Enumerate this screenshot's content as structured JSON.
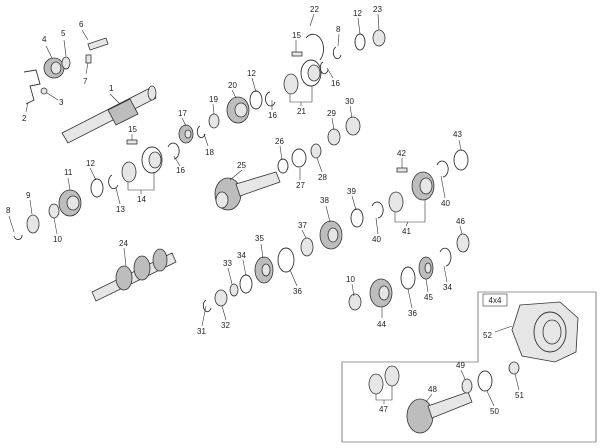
{
  "diagram": {
    "inset_label": "4x4",
    "callouts": [
      "1",
      "2",
      "3",
      "4",
      "5",
      "6",
      "7",
      "8",
      "9",
      "10",
      "11",
      "12",
      "13",
      "14",
      "15",
      "16",
      "17",
      "18",
      "19",
      "20",
      "21",
      "22",
      "23",
      "24",
      "25",
      "26",
      "27",
      "28",
      "29",
      "30",
      "31",
      "32",
      "33",
      "34",
      "35",
      "36",
      "37",
      "38",
      "39",
      "40",
      "41",
      "42",
      "43",
      "44",
      "45",
      "46",
      "47",
      "48",
      "49",
      "50",
      "51",
      "52"
    ]
  }
}
